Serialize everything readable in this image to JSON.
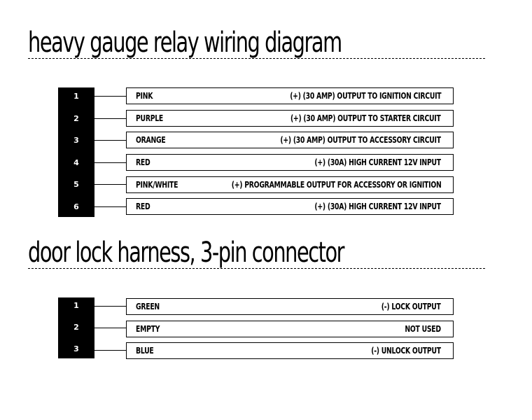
{
  "sections": [
    {
      "title": "heavy gauge relay wiring diagram",
      "pins": [
        {
          "pin": "1",
          "color": "PINK",
          "function": "(+) (30 AMP) OUTPUT TO IGNITION CIRCUIT"
        },
        {
          "pin": "2",
          "color": "PURPLE",
          "function": "(+) (30 AMP) OUTPUT TO STARTER CIRCUIT"
        },
        {
          "pin": "3",
          "color": "ORANGE",
          "function": "(+) (30 AMP) OUTPUT TO ACCESSORY CIRCUIT"
        },
        {
          "pin": "4",
          "color": "RED",
          "function": "(+) (30A) HIGH CURRENT 12V INPUT"
        },
        {
          "pin": "5",
          "color": "PINK/WHITE",
          "function": "(+) PROGRAMMABLE OUTPUT FOR ACCESSORY OR IGNITION"
        },
        {
          "pin": "6",
          "color": "RED",
          "function": "(+) (30A) HIGH CURRENT 12V INPUT"
        }
      ]
    },
    {
      "title": "door lock harness, 3-pin connector",
      "pins": [
        {
          "pin": "1",
          "color": "GREEN",
          "function": "(-) LOCK OUTPUT"
        },
        {
          "pin": "2",
          "color": "EMPTY",
          "function": "NOT USED"
        },
        {
          "pin": "3",
          "color": "BLUE",
          "function": "(-) UNLOCK OUTPUT"
        }
      ]
    }
  ]
}
